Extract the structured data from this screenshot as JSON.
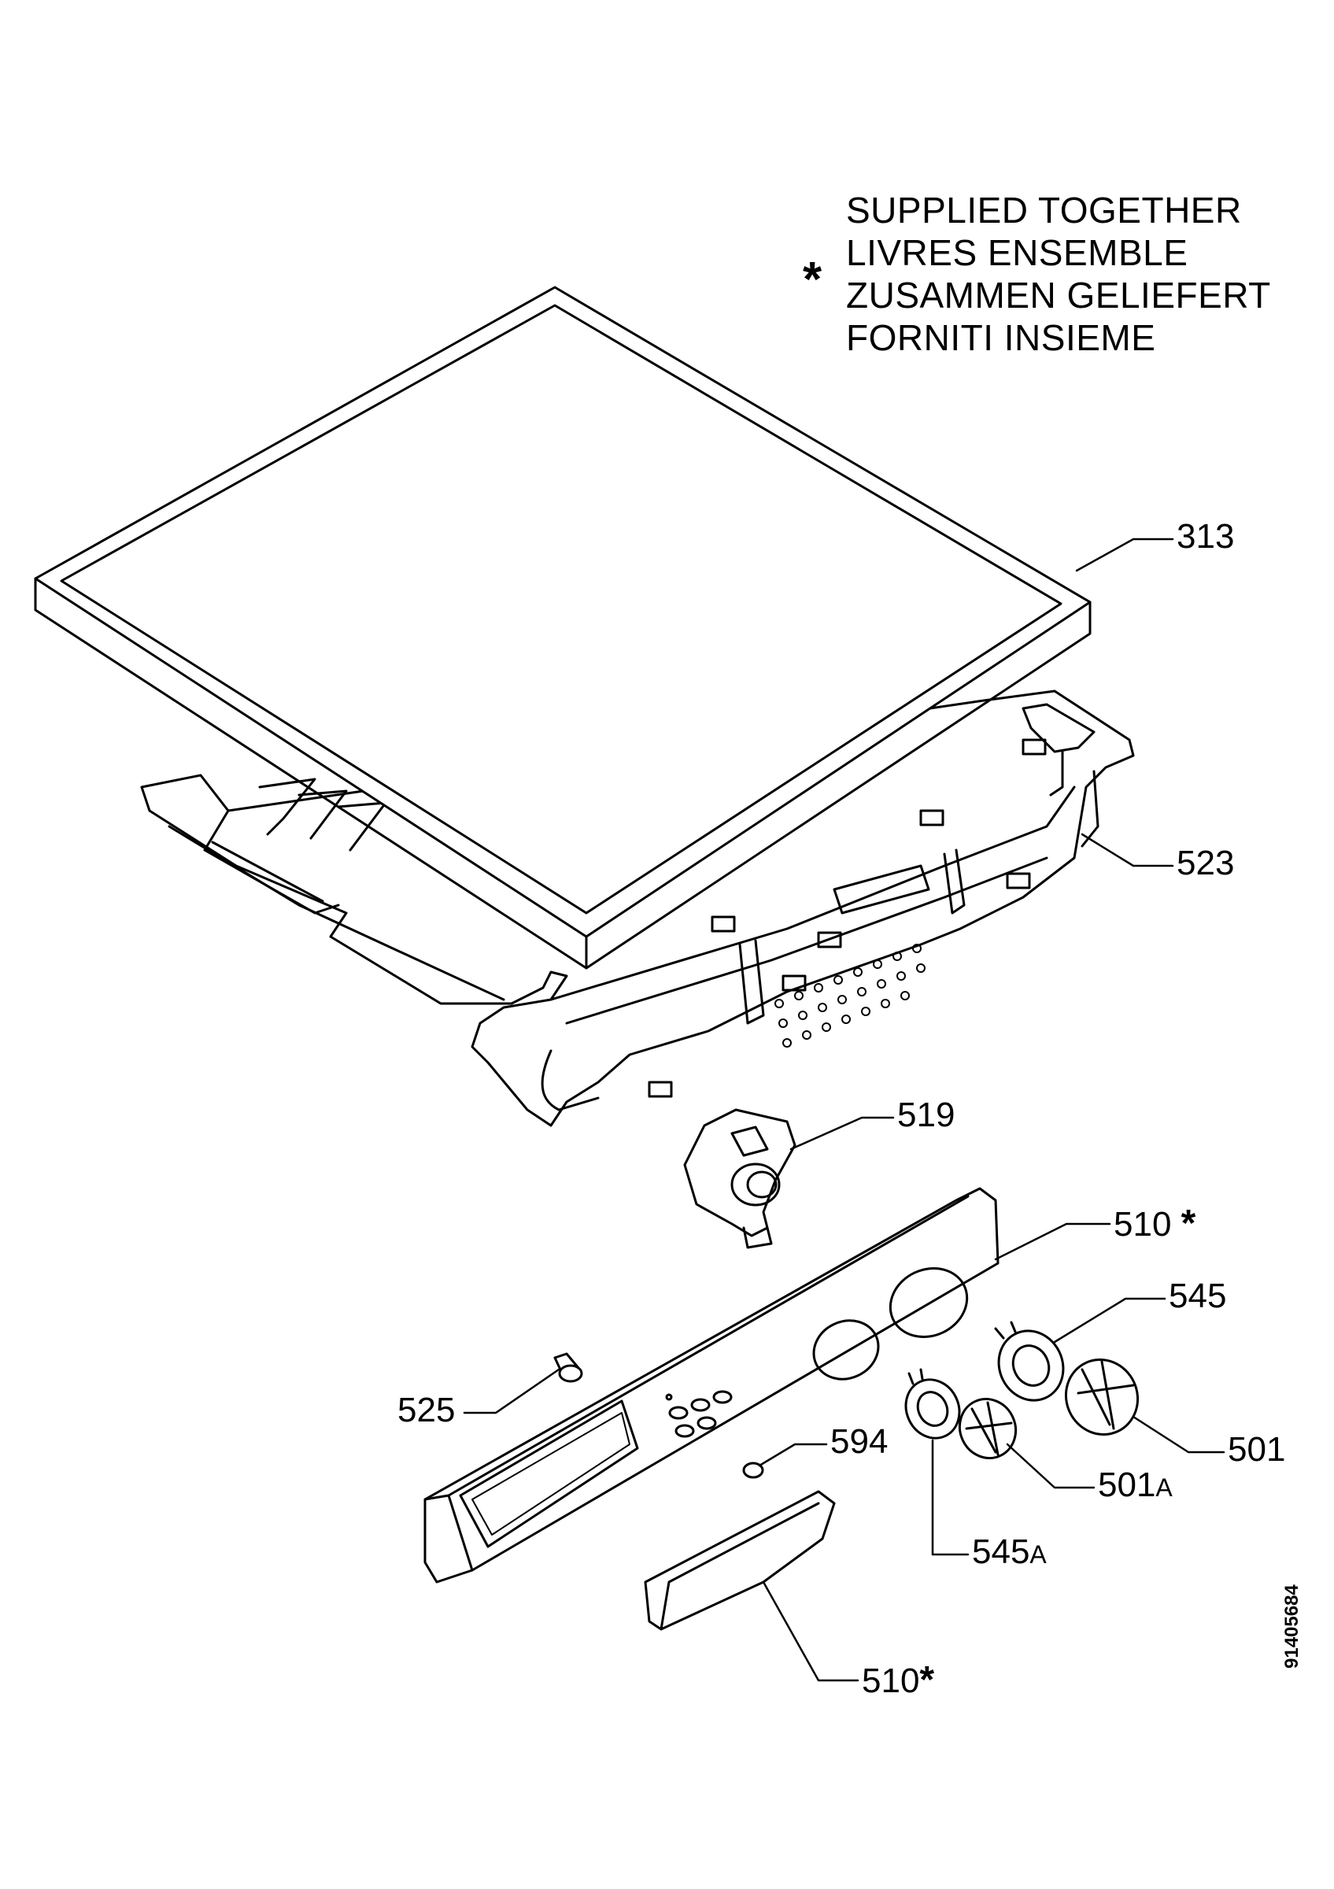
{
  "legend": {
    "marker": "*",
    "lines": [
      "SUPPLIED TOGETHER",
      "LIVRES ENSEMBLE",
      "ZUSAMMEN GELIEFERT",
      "FORNITI INSIEME"
    ]
  },
  "callouts": {
    "p313": {
      "num": "313"
    },
    "p523": {
      "num": "523"
    },
    "p519": {
      "num": "519"
    },
    "p510a": {
      "num": "510",
      "star": "*"
    },
    "p545": {
      "num": "545"
    },
    "p525": {
      "num": "525"
    },
    "p594": {
      "num": "594"
    },
    "p501": {
      "num": "501"
    },
    "p501a": {
      "num": "501",
      "suffix": "A"
    },
    "p545a": {
      "num": "545",
      "suffix": "A"
    },
    "p510b": {
      "num": "510",
      "star": "*"
    }
  },
  "doc_number": "91405684"
}
